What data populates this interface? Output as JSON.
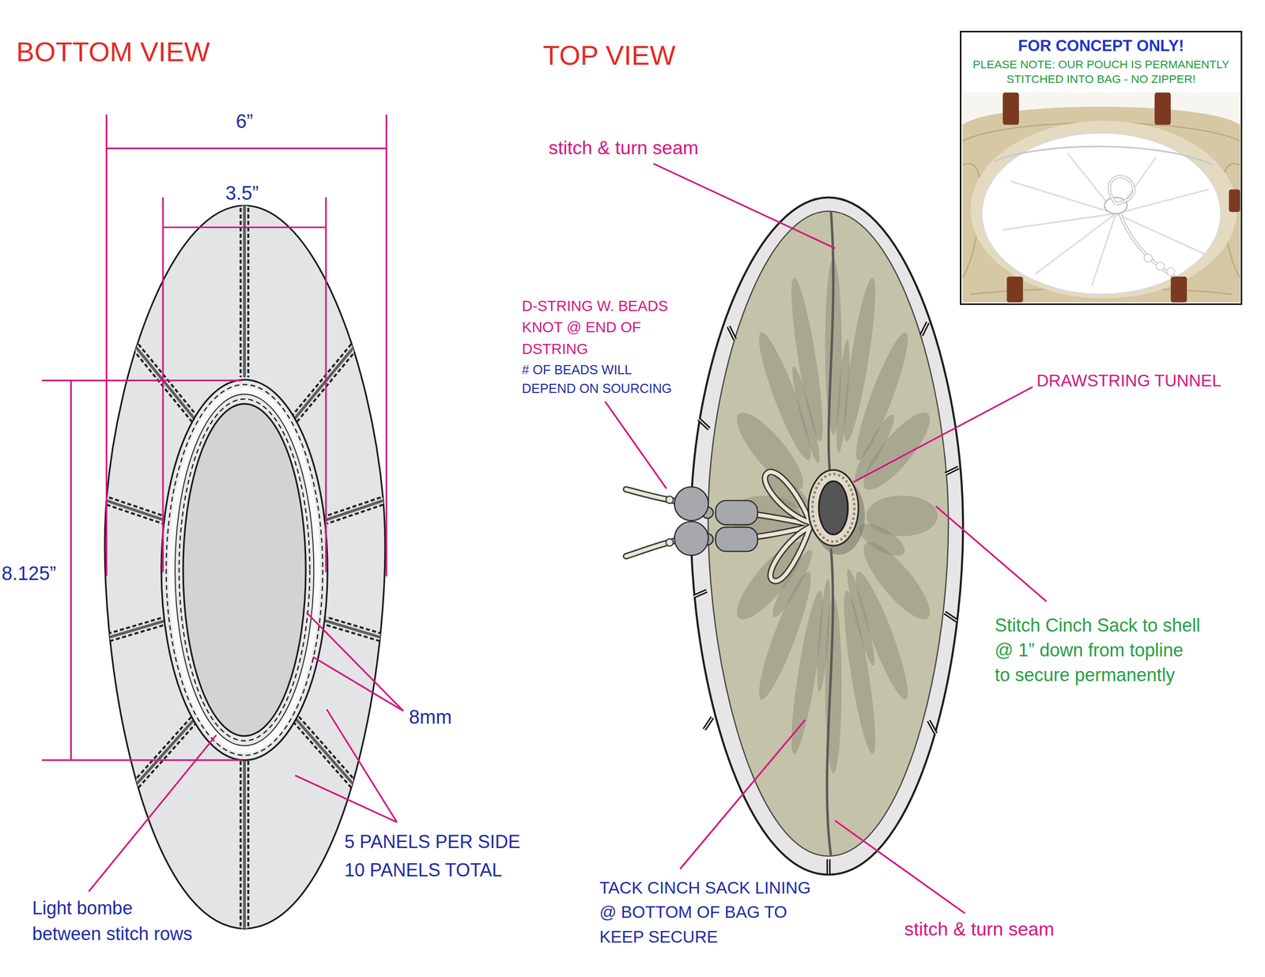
{
  "diagram": {
    "nodes": [
      {
        "text": [
          "FOR CONCEPT ONLY!",
          "PLEASE NOTE: OUR POUCH IS PERMANENTLY STITCHED INTO BAG - NO ZIPPER!"
        ]
      }
    ],
    "labels": [
      "BOTTOM VIEW",
      "TOP VIEW",
      "6”",
      "3.5”",
      "8.125”",
      "8mm",
      "5 PANELS PER SIDE 10 PANELS TOTAL",
      "Light bombe between stitch rows",
      "stitch & turn seam",
      "D-STRING W. BEADS KNOT @ END OF DSTRING",
      "# OF BEADS WILL DEPEND ON SOURCING",
      "DRAWSTRING TUNNEL",
      "Stitch Cinch Sack to shell @ 1” down from topline to secure permanently",
      "TACK CINCH SACK LINING @ BOTTOM OF BAG TO KEEP SECURE",
      "stitch & turn seam"
    ]
  }
}
